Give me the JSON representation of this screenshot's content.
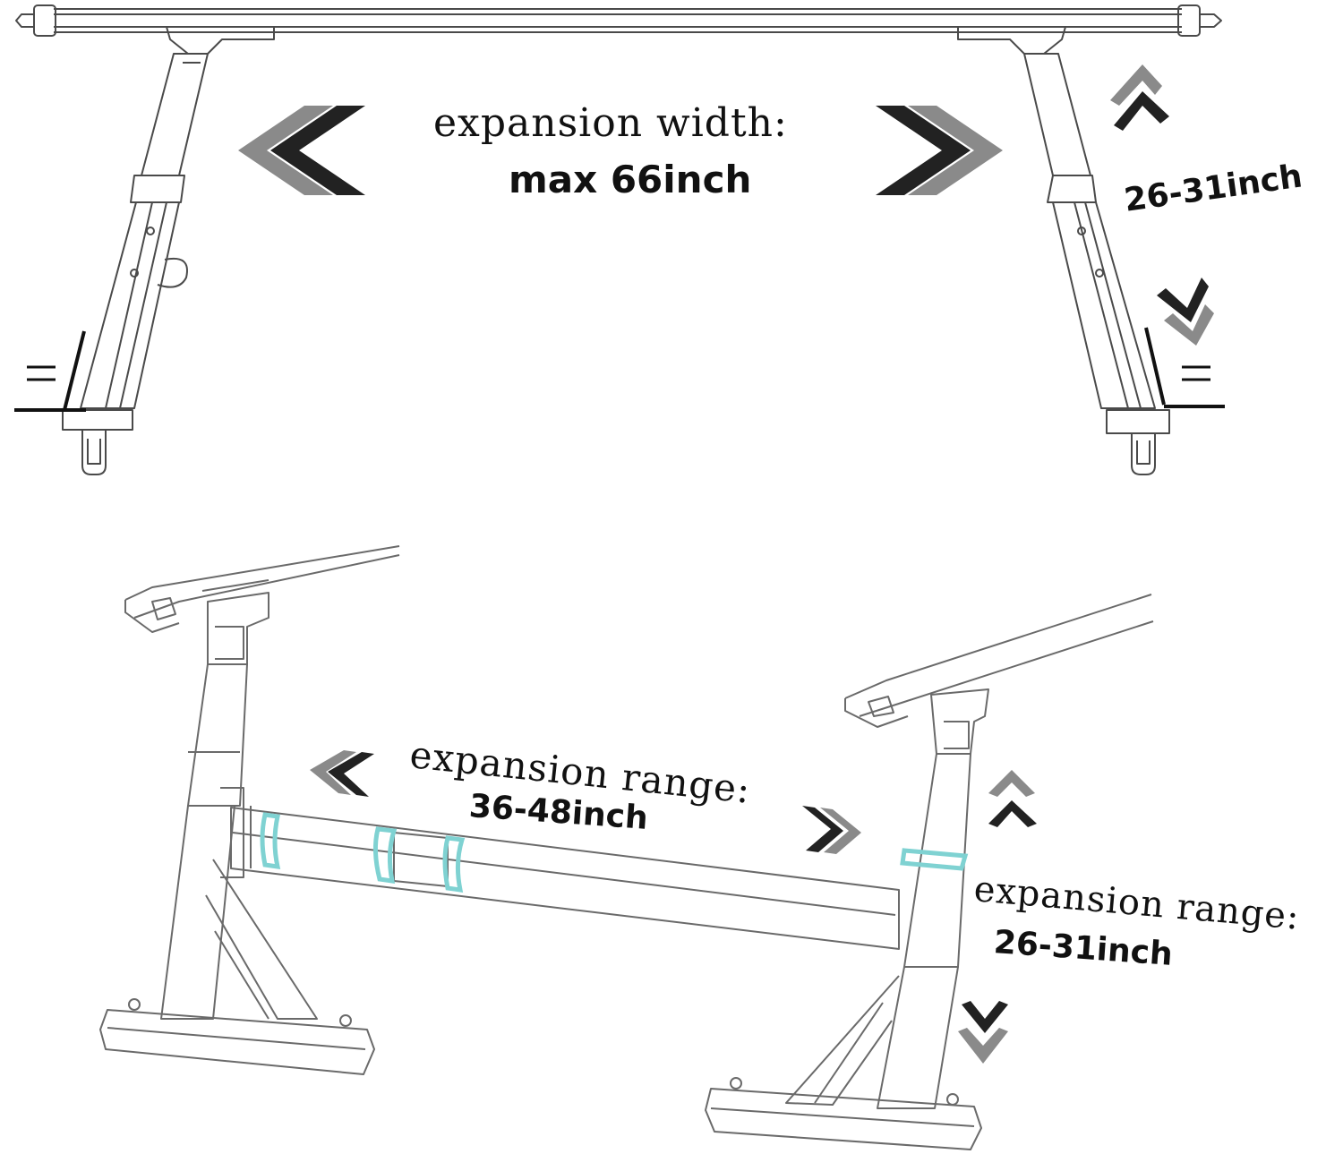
{
  "top": {
    "width_label": "expansion width:",
    "width_value": "max 66inch",
    "height_value": "26-31inch"
  },
  "bottom": {
    "cross_label": "expansion range:",
    "cross_value": "36-48inch",
    "height_label": "expansion range:",
    "height_value": "26-31inch"
  },
  "colors": {
    "line": "#4a4a4a",
    "arrow_dark": "#222222",
    "arrow_gray": "#8a8a8a",
    "accent": "#7fd2d2",
    "text": "#111111"
  }
}
